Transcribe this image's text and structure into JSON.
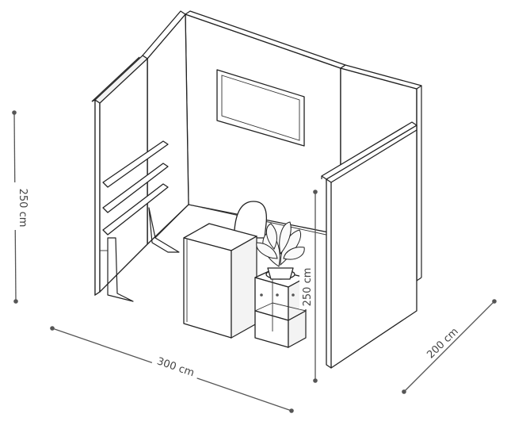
{
  "dimensions": {
    "height_left": "250 cm",
    "height_front": "250 cm",
    "width": "300 cm",
    "depth": "200 cm"
  }
}
